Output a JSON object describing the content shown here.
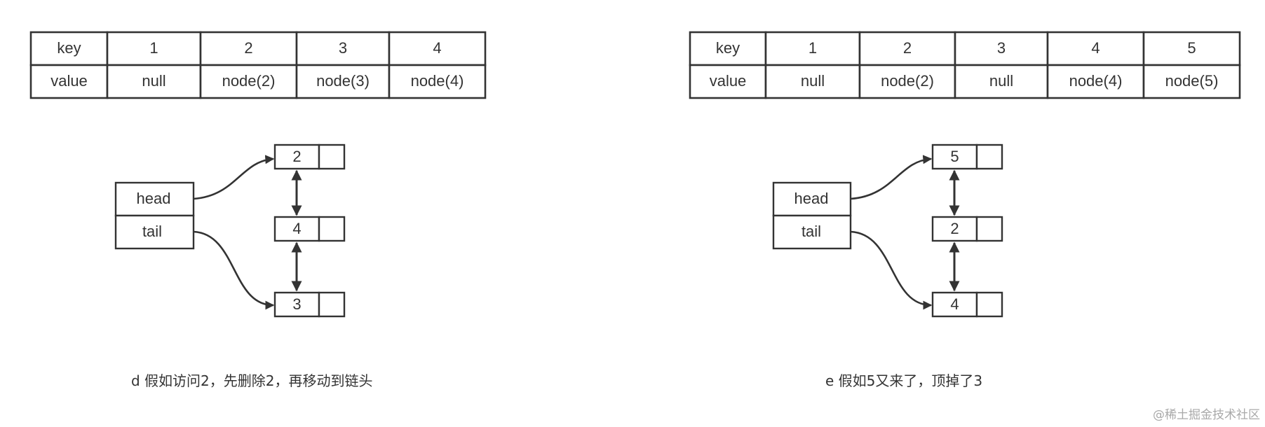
{
  "panels": [
    {
      "row_labels": {
        "key": "key",
        "value": "value"
      },
      "keys": [
        "1",
        "2",
        "3",
        "4"
      ],
      "values": [
        "null",
        "node(2)",
        "node(3)",
        "node(4)"
      ],
      "pointers": {
        "head": "head",
        "tail": "tail"
      },
      "list_nodes": [
        "2",
        "4",
        "3"
      ],
      "caption": "d 假如访问2，先删除2，再移动到链头"
    },
    {
      "row_labels": {
        "key": "key",
        "value": "value"
      },
      "keys": [
        "1",
        "2",
        "3",
        "4",
        "5"
      ],
      "values": [
        "null",
        "node(2)",
        "null",
        "node(4)",
        "node(5)"
      ],
      "pointers": {
        "head": "head",
        "tail": "tail"
      },
      "list_nodes": [
        "5",
        "2",
        "4"
      ],
      "caption": "e 假如5又来了，顶掉了3"
    }
  ],
  "watermark": "@稀土掘金技术社区"
}
